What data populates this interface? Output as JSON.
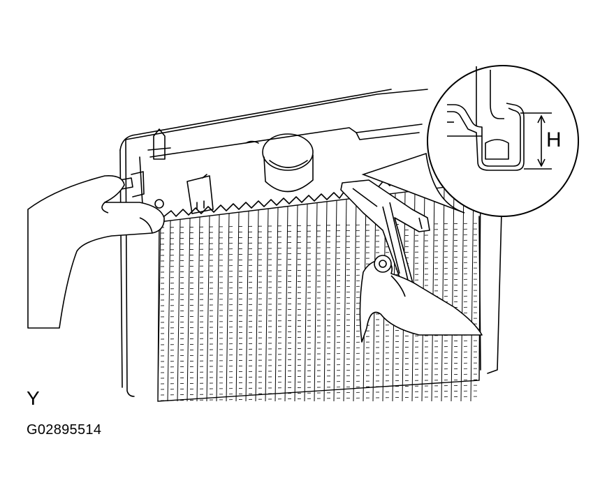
{
  "figure": {
    "view_label": "Y",
    "dimension_label": "H",
    "figure_code": "G02895514"
  },
  "icons": [
    "radiator-tank",
    "radiator-core",
    "filler-cap",
    "hand-left",
    "hand-right",
    "vernier-caliper",
    "detail-magnifier"
  ],
  "colors": {
    "line": "#000000",
    "background": "#ffffff"
  }
}
